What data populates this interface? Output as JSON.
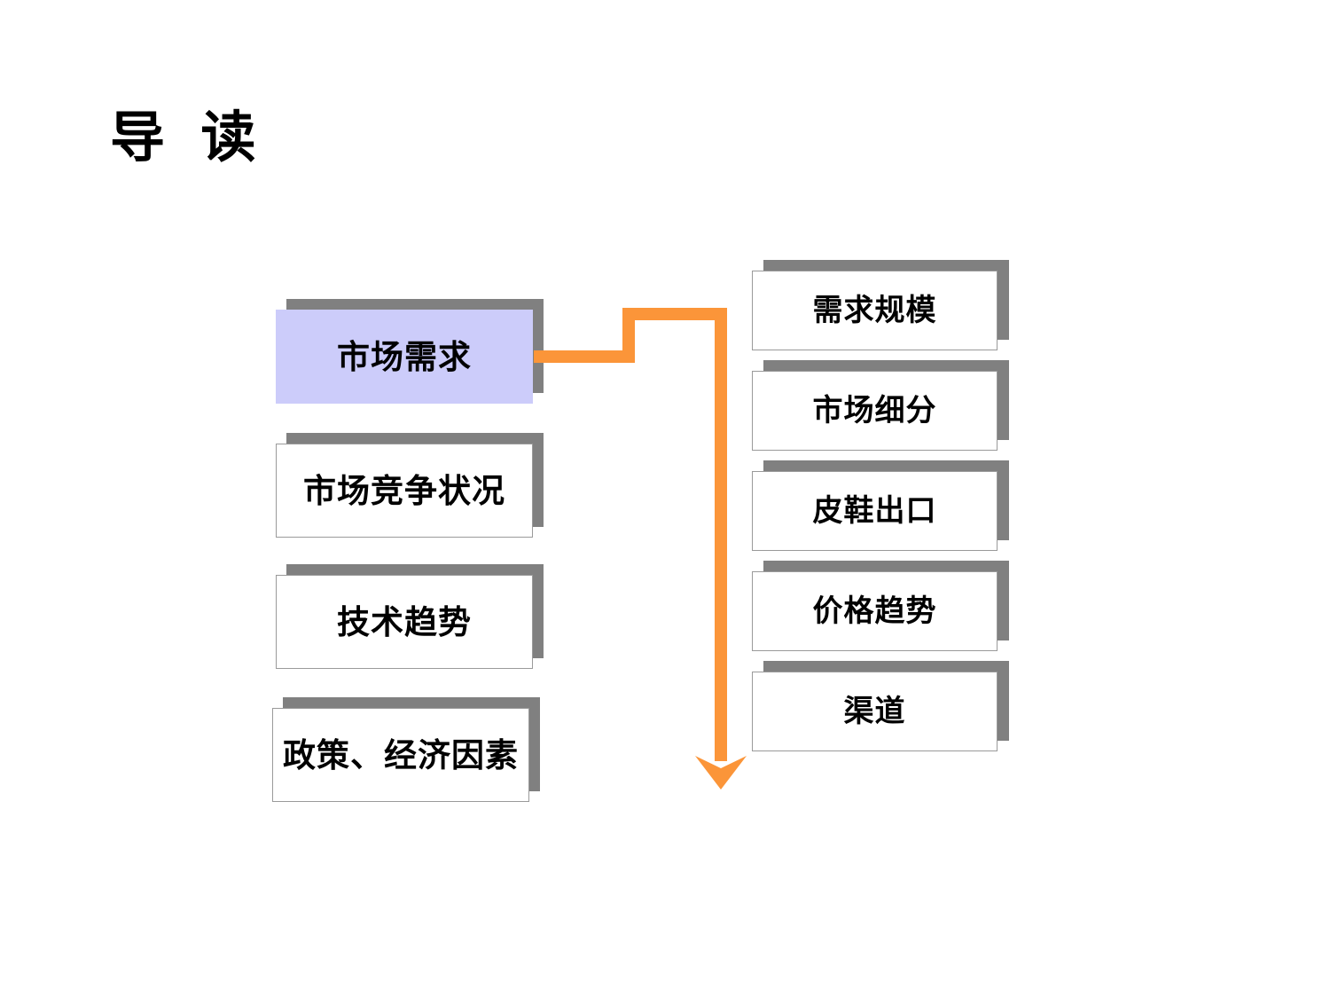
{
  "slide": {
    "title": "导  读",
    "background_color": "#FFFFFF"
  },
  "colors": {
    "highlight_fill": "#CCCCFA",
    "box_fill": "#FFFFFF",
    "box_border": "#9A9A9A",
    "shadow": "#808080",
    "connector": "#FB9539",
    "text": "#000000"
  },
  "left_column": {
    "name": "primary-topics",
    "items": [
      {
        "label": "市场需求",
        "selected": true
      },
      {
        "label": "市场竞争状况",
        "selected": false
      },
      {
        "label": "技术趋势",
        "selected": false
      },
      {
        "label": "政策、经济因素",
        "selected": false
      }
    ]
  },
  "right_column": {
    "name": "subtopics-of-market-demand",
    "items": [
      {
        "label": "需求规模"
      },
      {
        "label": "市场细分"
      },
      {
        "label": "皮鞋出口"
      },
      {
        "label": "价格趋势"
      },
      {
        "label": "渠道"
      }
    ]
  },
  "connector": {
    "name": "elbow-arrow-connector",
    "from": "市场需求",
    "to": "subtopics-column",
    "color": "#FB9539",
    "arrow_direction": "down",
    "stroke_width": 14
  }
}
